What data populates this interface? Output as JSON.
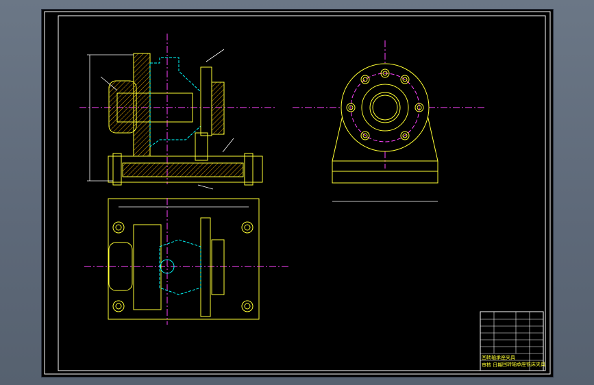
{
  "colors": {
    "background": "#000000",
    "border": "#ffffff",
    "geometry": "#ffff33",
    "centerline": "#ff44ff",
    "hatch": "#e0a000",
    "leader": "#ffffff",
    "hidden": "#00ffff"
  },
  "views": [
    "front-section-view",
    "side-view",
    "top-view"
  ],
  "title_block": {
    "drawing_name": "回转轴承座夹具",
    "designer_row": "审核 日期",
    "label_row": "回转轴承座铣床夹具"
  }
}
